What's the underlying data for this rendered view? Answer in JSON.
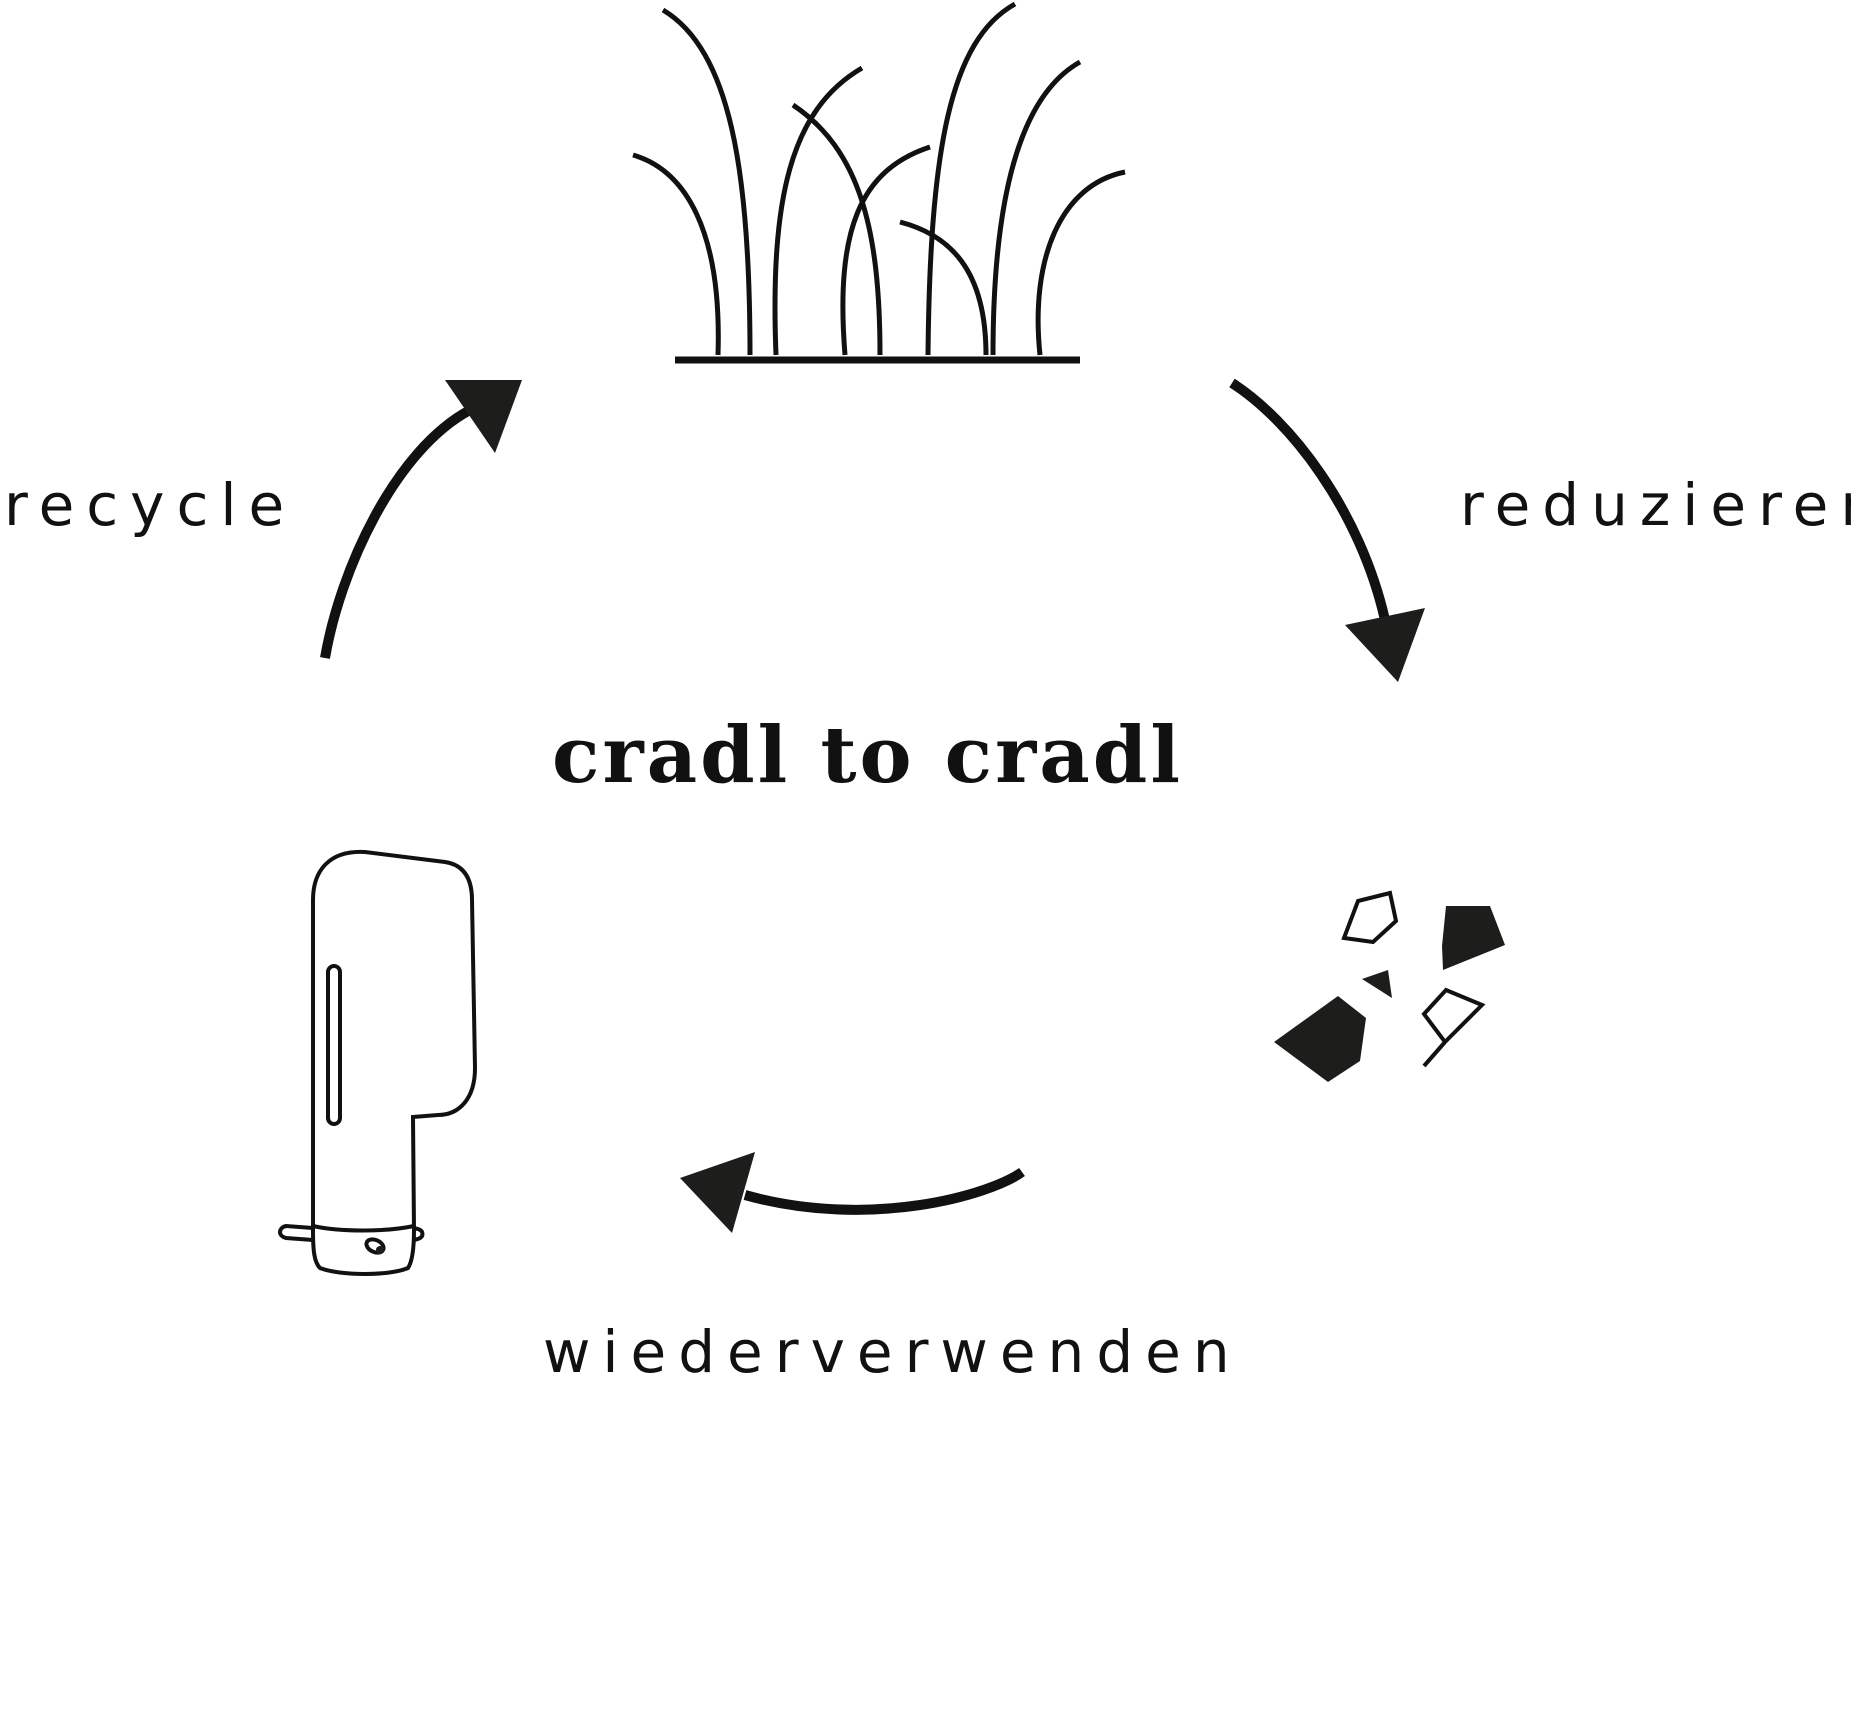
{
  "title": "cradl to cradl",
  "stages": [
    {
      "label": "recycle",
      "icon": "grass-icon"
    },
    {
      "label": "reduzieren",
      "icon": "shards-icon"
    },
    {
      "label": "wiederverwenden",
      "icon": "bottle-icon"
    }
  ],
  "colors": {
    "ink": "#111111",
    "background": "#ffffff"
  }
}
